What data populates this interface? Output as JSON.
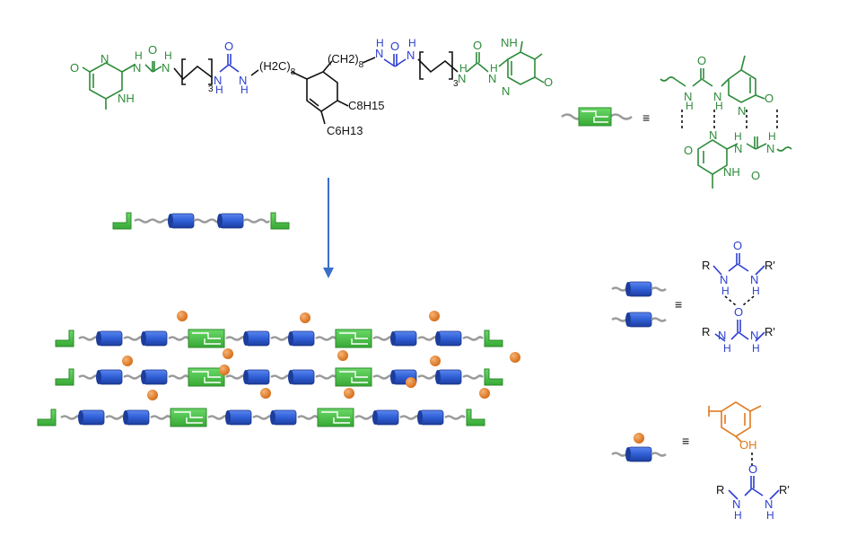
{
  "colors": {
    "upy_green": "#2e8b3a",
    "urea_blue": "#2d3fd0",
    "core_black": "#111111",
    "phenol_orange": "#e07a1f",
    "block_green": "#4cc24a",
    "block_blue": "#2f5fd6",
    "spacer_grey": "#9a9a9a",
    "arrow_blue": "#3a6fc9"
  },
  "equivalence_symbol": "≡",
  "main_molecule": {
    "left_upy": {
      "O": "O",
      "N_ring": "N",
      "NH_ring": "NH",
      "NH_a": "N",
      "H_a": "H",
      "C_O": "O",
      "NH_b": "N",
      "H_b": "H"
    },
    "left_linker": {
      "subscript": "3",
      "NH": "N",
      "H": "H",
      "O": "O",
      "NH2": "N",
      "H2": "H"
    },
    "core": {
      "left_chain": "(H2C)",
      "left_chain_sub": "8",
      "right_chain": "(CH2)",
      "right_chain_sub": "8",
      "sub_c8": "C8H15",
      "sub_c6": "C6H13"
    },
    "right_linker": {
      "H": "H",
      "N": "N",
      "O": "O",
      "H2": "H",
      "N2": "N",
      "subscript": "3"
    },
    "right_upy": {
      "H_a": "H",
      "N_a": "N",
      "O_urea": "O",
      "H_b": "H",
      "N_b": "N",
      "N_ring": "N",
      "NH_ring": "NH",
      "O": "O"
    }
  },
  "upy_dimer": {
    "top": {
      "O_urea": "O",
      "N1": "N",
      "H1": "H",
      "N2": "N",
      "H2": "H",
      "N_ring": "N",
      "O": "O"
    },
    "bottom": {
      "O": "O",
      "N_ring": "N",
      "NH_ring": "NH",
      "N1": "N",
      "H1": "H",
      "O_urea": "O",
      "N2": "N",
      "H2": "H"
    }
  },
  "urea_pair": {
    "top": {
      "R": "R",
      "N1": "N",
      "H1": "H",
      "O": "O",
      "N2": "N",
      "H2": "H",
      "R2": "R'"
    },
    "bottom": {
      "O": "O",
      "R": "R",
      "N1": "N",
      "H1": "H",
      "N2": "N",
      "H2": "H",
      "R2": "R'"
    }
  },
  "phenol_urea": {
    "OH": "OH",
    "urea": {
      "O": "O",
      "R": "R",
      "N1": "N",
      "H1": "H",
      "N2": "N",
      "H2": "H",
      "R2": "R'"
    }
  },
  "assembly": {
    "monomer": [
      "upy",
      "urea",
      "urea",
      "upy"
    ],
    "rows": [
      [
        "upy-end",
        "urea",
        "urea",
        "upy-pair",
        "urea",
        "urea",
        "upy-pair",
        "urea",
        "urea",
        "upy-end"
      ],
      [
        "upy-end",
        "urea",
        "urea",
        "upy-pair",
        "urea",
        "urea",
        "upy-pair",
        "urea",
        "urea",
        "upy-end"
      ],
      [
        "upy-end",
        "urea",
        "urea",
        "upy-pair",
        "urea",
        "urea",
        "upy-pair",
        "urea",
        "urea",
        "upy-end"
      ]
    ],
    "phenol_count": 14
  }
}
